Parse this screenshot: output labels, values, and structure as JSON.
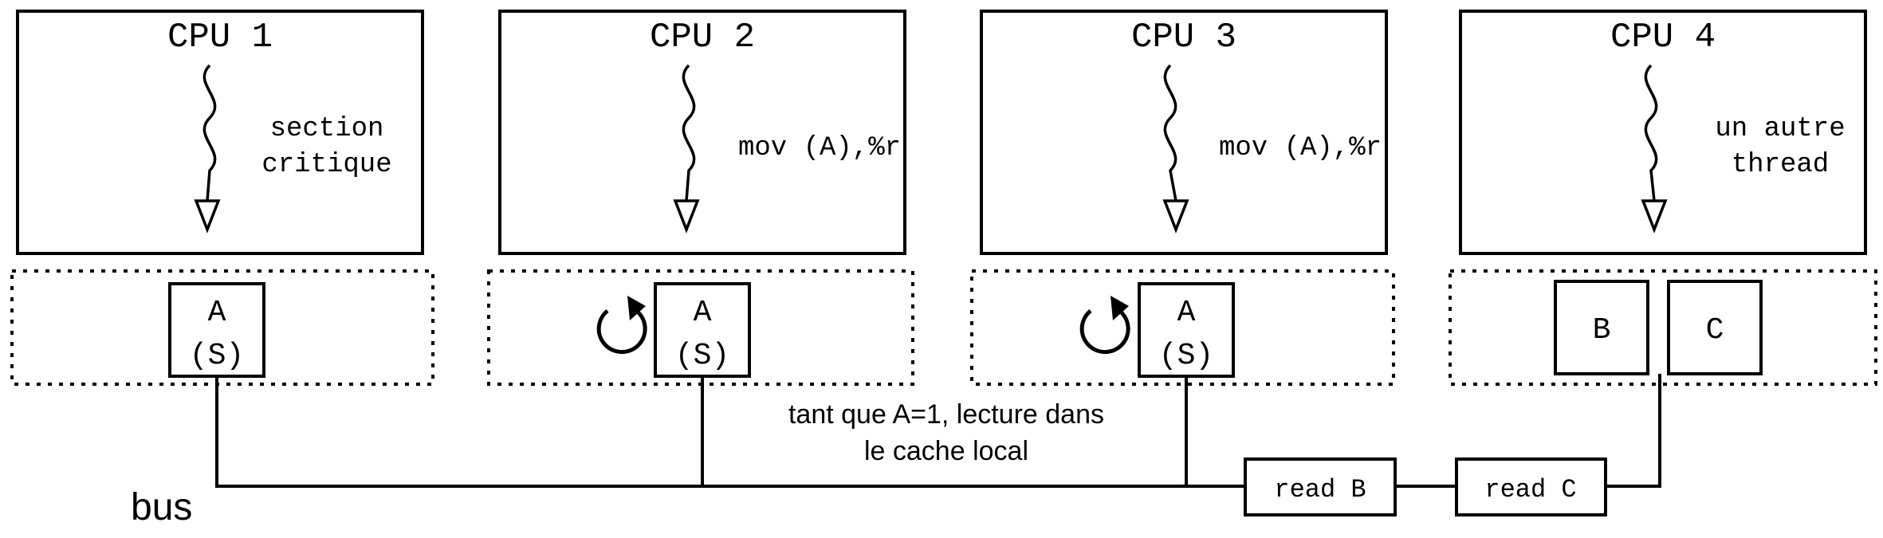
{
  "cpus": [
    {
      "title": "CPU 1",
      "thread_text": [
        "section",
        "critique"
      ]
    },
    {
      "title": "CPU 2",
      "thread_text": [
        "mov (A),%r"
      ]
    },
    {
      "title": "CPU 3",
      "thread_text": [
        "mov (A),%r"
      ]
    },
    {
      "title": "CPU 4",
      "thread_text": [
        "un autre",
        "thread"
      ]
    }
  ],
  "caches": [
    {
      "lines": [
        {
          "name": "A",
          "state": "(S)"
        }
      ],
      "spinning": false
    },
    {
      "lines": [
        {
          "name": "A",
          "state": "(S)"
        }
      ],
      "spinning": true
    },
    {
      "lines": [
        {
          "name": "A",
          "state": "(S)"
        }
      ],
      "spinning": true
    },
    {
      "lines": [
        {
          "name": "B",
          "state": ""
        },
        {
          "name": "C",
          "state": ""
        }
      ],
      "spinning": false
    }
  ],
  "bus": {
    "label": "bus",
    "note": [
      "tant que A=1, lecture dans",
      "le cache local"
    ],
    "requests": [
      "read B",
      "read C"
    ]
  }
}
